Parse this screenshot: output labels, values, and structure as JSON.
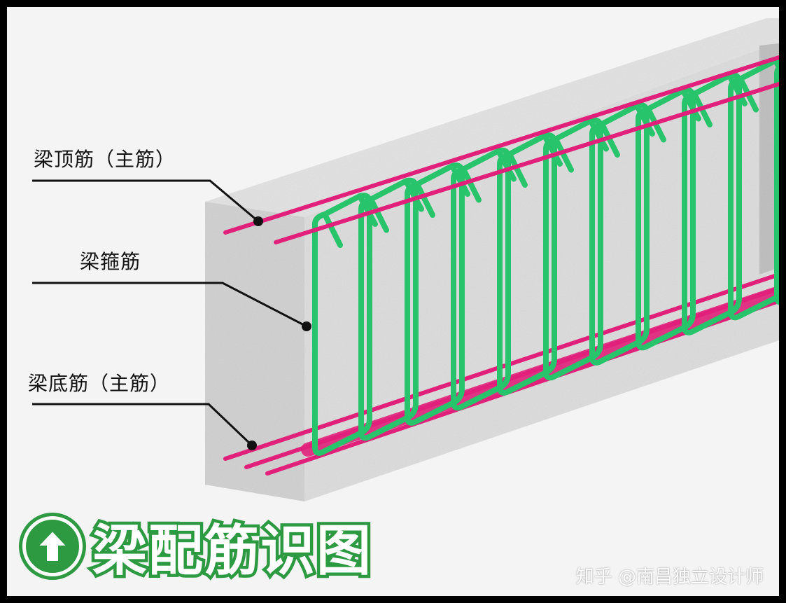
{
  "labels": {
    "top_bar": "梁顶筋（主筋）",
    "stirrup": "梁箍筋",
    "bottom_bar": "梁底筋（主筋）"
  },
  "title": "梁配筋识图",
  "watermark": "知乎 @南昌独立设计师",
  "colors": {
    "main_bar": "#e0207a",
    "stirrup": "#27c46c",
    "concrete": "#d9d9d9",
    "title_green": "#2d9a41"
  },
  "icons": {
    "title_badge": "arrow-up-icon"
  }
}
